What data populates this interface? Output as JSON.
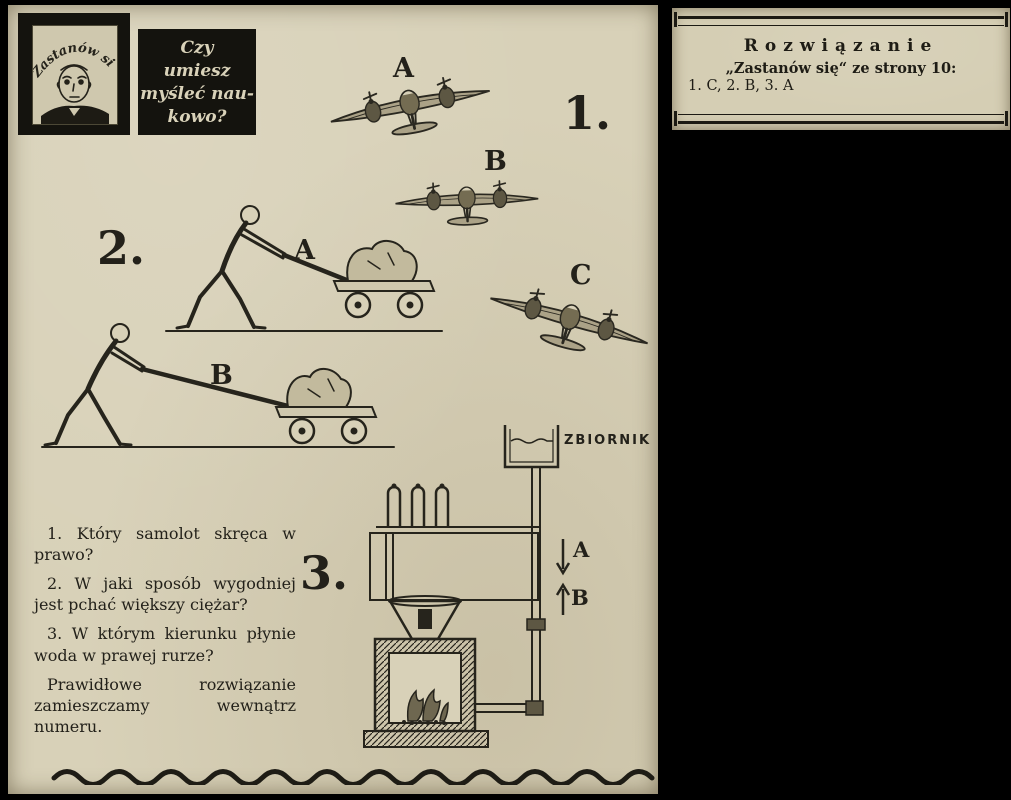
{
  "scene": {
    "background": "#000000",
    "paper_color": "#d8d1b8",
    "ink_color": "#26241c"
  },
  "puzzle_clipping": {
    "logo_caption": "Zastanów się",
    "title_lines": [
      "Czy",
      "umiesz",
      "myśleć nau-",
      "kowo?"
    ],
    "puzzles": {
      "p1": {
        "number": "1.",
        "label_a": "A",
        "label_b": "B",
        "label_c": "C"
      },
      "p2": {
        "number": "2.",
        "label_a": "A",
        "label_b": "B"
      },
      "p3": {
        "number": "3.",
        "tank_label": "ZBIORNIK",
        "label_a": "A",
        "label_b": "B"
      }
    },
    "questions": [
      "1. Który samolot skręca w prawo?",
      "2. W jaki sposób wygodniej jest pchać większy ciężar?",
      "3. W którym kierunku płynie woda w prawej rurze?",
      "Prawidłowe rozwiązanie zamieszczamy wewnątrz numeru."
    ]
  },
  "solution_clipping": {
    "title": "Rozwiązanie",
    "subtitle": "„Zastanów się“ ze strony 10:",
    "answers": "1. C, 2. B, 3. A"
  }
}
